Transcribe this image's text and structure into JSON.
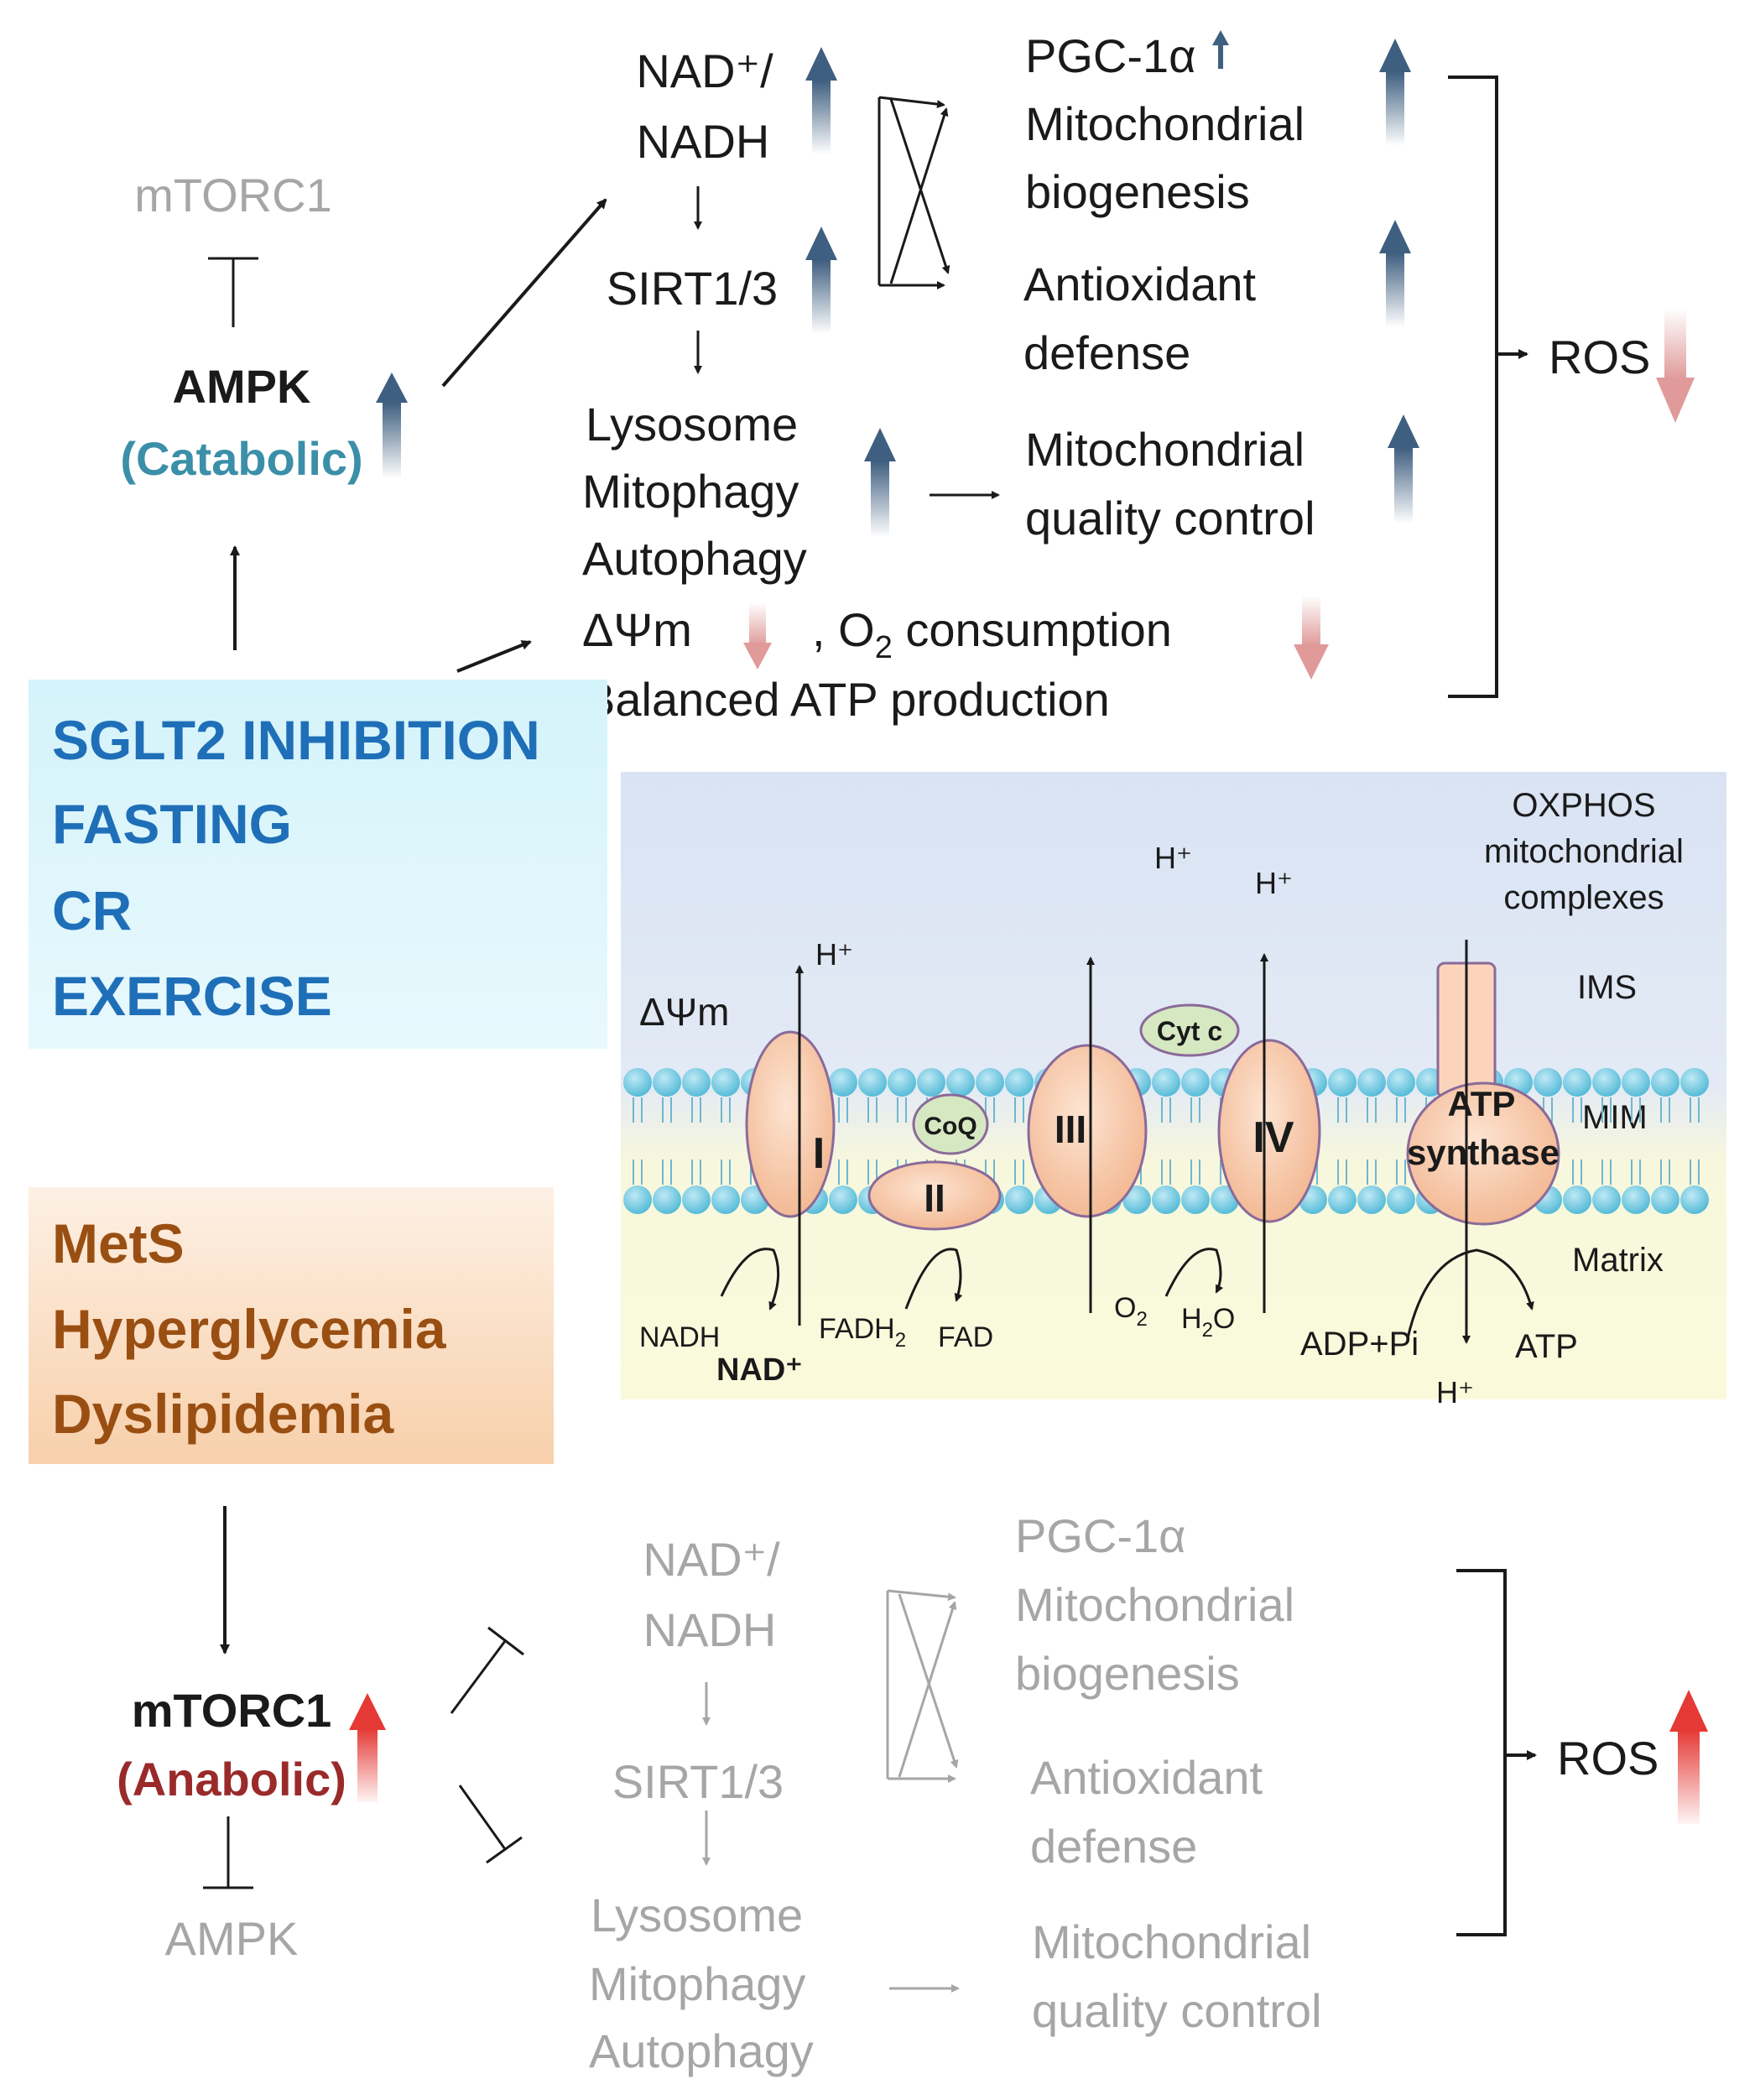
{
  "top": {
    "mtorc1_inhibited": "mTORC1",
    "ampk": "AMPK",
    "ampk_sub": "(Catabolic)",
    "nad_line1": "NAD⁺/",
    "nad_line2": "NADH",
    "sirt": "SIRT1/3",
    "lysosome": "Lysosome",
    "mitophagy": "Mitophagy",
    "autophagy": "Autophagy",
    "dpsi_prefix": "ΔΨm",
    "o2_consumption_prefix": ", O",
    "o2_sub": "2",
    "o2_consumption_suffix": " consumption",
    "balanced_atp": "Balanced ATP production",
    "pgc_line1": "PGC-1α",
    "pgc_line2": "Mitochondrial",
    "pgc_line3": "biogenesis",
    "antiox_line1": "Antioxidant",
    "antiox_line2": "defense",
    "mqc_line1": "Mitochondrial",
    "mqc_line2": "quality control",
    "ros": "ROS"
  },
  "interventions": {
    "items": [
      "SGLT2 INHIBITION",
      "FASTING",
      "CR",
      "EXERCISE"
    ],
    "bg_color": "#ddf6fb",
    "text_color": "#1f6fb8"
  },
  "conditions": {
    "items": [
      "MetS",
      "Hyperglycemia",
      "Dyslipidemia"
    ],
    "bg_color": "#fbe6d2",
    "text_color": "#9a4f12"
  },
  "bottom": {
    "mtorc1": "mTORC1",
    "mtorc1_sub": "(Anabolic)",
    "ampk_inhibited": "AMPK",
    "nad_line1": "NAD⁺/",
    "nad_line2": "NADH",
    "sirt": "SIRT1/3",
    "lysosome": "Lysosome",
    "mitophagy": "Mitophagy",
    "autophagy": "Autophagy",
    "pgc_line1": "PGC-1α",
    "pgc_line2": "Mitochondrial",
    "pgc_line3": "biogenesis",
    "antiox_line1": "Antioxidant",
    "antiox_line2": "defense",
    "mqc_line1": "Mitochondrial",
    "mqc_line2": "quality control",
    "ros": "ROS"
  },
  "membrane": {
    "title_line1": "OXPHOS",
    "title_line2": "mitochondrial",
    "title_line3": "complexes",
    "ims": "IMS",
    "mim": "MIM",
    "matrix": "Matrix",
    "dpsi": "ΔΨm",
    "proton": "H⁺",
    "complex_I": "I",
    "complex_II": "II",
    "complex_III": "III",
    "complex_IV": "IV",
    "coq": "CoQ",
    "cytc": "Cyt c",
    "atp_synthase_line1": "ATP",
    "atp_synthase_line2": "synthase",
    "nadh": "NADH",
    "nad_plus": "NAD⁺",
    "fadh2_prefix": "FADH",
    "fadh2_sub": "2",
    "fad": "FAD",
    "o2_prefix": "O",
    "o2_sub": "2",
    "h2o_prefix": "H",
    "h2o_sub": "2",
    "h2o_suffix": "O",
    "adp_pi": "ADP+Pi",
    "atp": "ATP"
  },
  "colors": {
    "up_arrow_blue": "#4a6b8c",
    "down_arrow_pink": "#e0a3a3",
    "up_arrow_red": "#e53935",
    "faded_text": "#a6a6a6",
    "ims_bg": "#dde6f4",
    "matrix_bg": "#fbfbdc",
    "complex_fill": "#f6c8a8",
    "coq_fill": "#d6e8c2"
  }
}
